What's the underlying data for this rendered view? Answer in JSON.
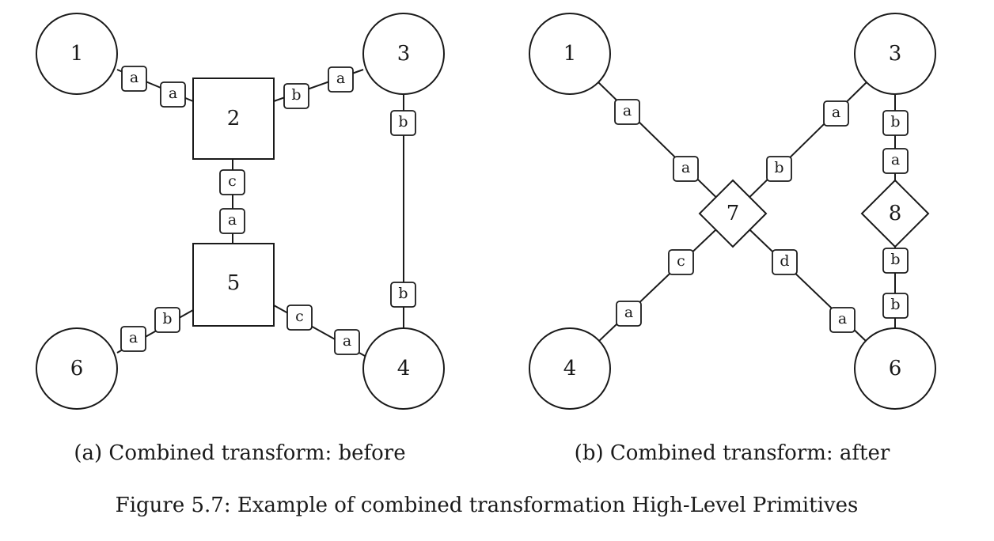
{
  "panel_a": {
    "caption": "(a) Combined transform: before",
    "nodes": [
      {
        "id": "1",
        "label": "1",
        "shape": "circle"
      },
      {
        "id": "2",
        "label": "2",
        "shape": "square"
      },
      {
        "id": "3",
        "label": "3",
        "shape": "circle"
      },
      {
        "id": "5",
        "label": "5",
        "shape": "square"
      },
      {
        "id": "6",
        "label": "6",
        "shape": "circle"
      },
      {
        "id": "4",
        "label": "4",
        "shape": "circle"
      }
    ],
    "edges": [
      {
        "from": "1",
        "to": "2",
        "ports": [
          "a",
          "a"
        ]
      },
      {
        "from": "2",
        "to": "3",
        "ports": [
          "b",
          "a"
        ]
      },
      {
        "from": "3",
        "to": "4",
        "ports": [
          "b",
          "b"
        ]
      },
      {
        "from": "2",
        "to": "5",
        "ports": [
          "c",
          "a"
        ]
      },
      {
        "from": "6",
        "to": "5",
        "ports": [
          "a",
          "b"
        ]
      },
      {
        "from": "5",
        "to": "4",
        "ports": [
          "c",
          "a"
        ]
      }
    ]
  },
  "panel_b": {
    "caption": "(b) Combined transform: after",
    "nodes": [
      {
        "id": "1",
        "label": "1",
        "shape": "circle"
      },
      {
        "id": "3",
        "label": "3",
        "shape": "circle"
      },
      {
        "id": "7",
        "label": "7",
        "shape": "diamond"
      },
      {
        "id": "8",
        "label": "8",
        "shape": "diamond"
      },
      {
        "id": "4",
        "label": "4",
        "shape": "circle"
      },
      {
        "id": "6",
        "label": "6",
        "shape": "circle"
      }
    ],
    "edges": [
      {
        "from": "1",
        "to": "7",
        "ports": [
          "a",
          "a"
        ]
      },
      {
        "from": "3",
        "to": "7",
        "ports": [
          "a",
          "b"
        ]
      },
      {
        "from": "7",
        "to": "4",
        "ports": [
          "c",
          "a"
        ]
      },
      {
        "from": "7",
        "to": "6",
        "ports": [
          "d",
          "a"
        ]
      },
      {
        "from": "3",
        "to": "8",
        "ports": [
          "b",
          "a"
        ]
      },
      {
        "from": "8",
        "to": "6",
        "ports": [
          "b",
          "b"
        ]
      }
    ]
  },
  "figure_caption": "Figure 5.7: Example of combined transformation High-Level Primitives"
}
